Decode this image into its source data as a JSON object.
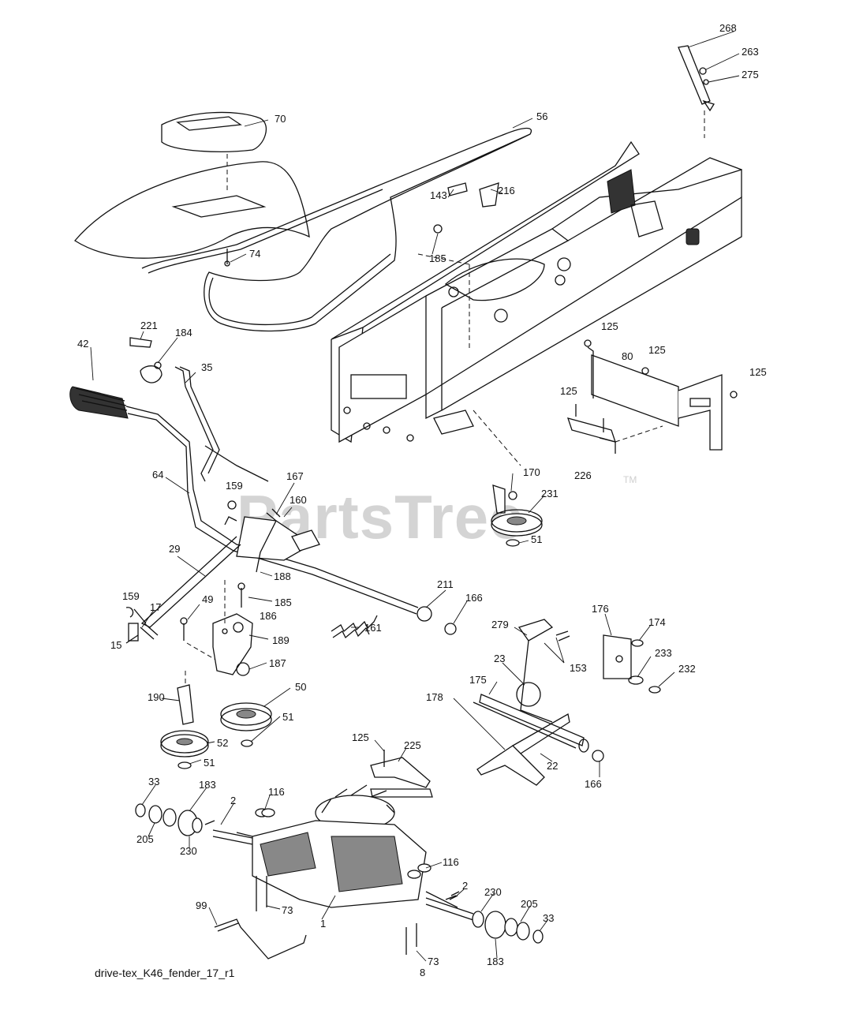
{
  "watermark": {
    "text": "PartsTree",
    "trademark": "TM"
  },
  "caption": "drive-tex_K46_fender_17_r1",
  "callouts": {
    "c268": "268",
    "c263": "263",
    "c275": "275",
    "c70": "70",
    "c56": "56",
    "c74": "74",
    "c143": "143",
    "c216": "216",
    "c185a": "185",
    "c221": "221",
    "c184": "184",
    "c42": "42",
    "c35": "35",
    "c125a": "125",
    "c80": "80",
    "c125b": "125",
    "c125c": "125",
    "c125d": "125",
    "c226": "226",
    "c64": "64",
    "c159a": "159",
    "c167": "167",
    "c160": "160",
    "c170": "170",
    "c231": "231",
    "c51a": "51",
    "c29": "29",
    "c188": "188",
    "c185b": "185",
    "c186": "186",
    "c189": "189",
    "c187": "187",
    "c49": "49",
    "c159b": "159",
    "c17": "17",
    "c15": "15",
    "c161": "161",
    "c211": "211",
    "c166a": "166",
    "c279": "279",
    "c153": "153",
    "c23": "23",
    "c176": "176",
    "c174": "174",
    "c233": "233",
    "c232": "232",
    "c175": "175",
    "c178": "178",
    "c22": "22",
    "c166b": "166",
    "c190": "190",
    "c50": "50",
    "c51b": "51",
    "c52": "52",
    "c51c": "51",
    "c125e": "125",
    "c225": "225",
    "c33a": "33",
    "c183a": "183",
    "c116a": "116",
    "c2a": "2",
    "c205a": "205",
    "c230a": "230",
    "c116b": "116",
    "c2b": "2",
    "c230b": "230",
    "c205b": "205",
    "c33b": "33",
    "c183b": "183",
    "c99": "99",
    "c1": "1",
    "c73a": "73",
    "c73b": "73",
    "c8": "8"
  }
}
